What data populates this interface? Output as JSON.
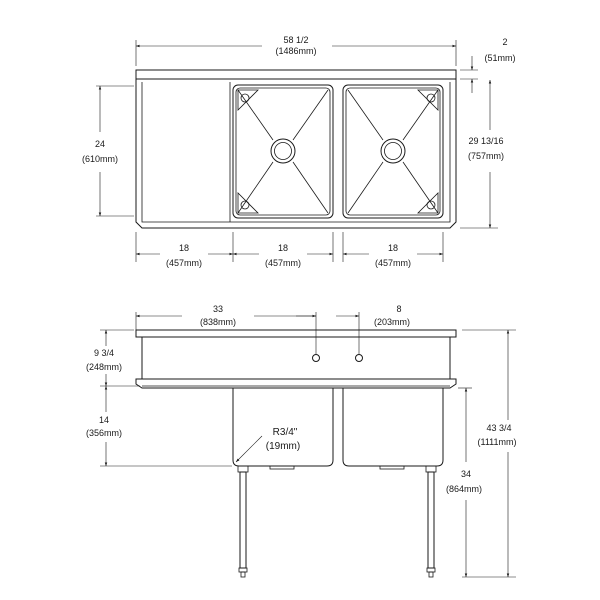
{
  "top_view": {
    "overall_width": "58 1/2",
    "overall_width_mm": "(1486mm)",
    "backsplash": "2",
    "backsplash_mm": "(51mm)",
    "front_to_back": "24",
    "front_to_back_mm": "(610mm)",
    "overall_depth": "29 13/16",
    "overall_depth_mm": "(757mm)",
    "drainboard": "18",
    "drainboard_mm": "(457mm)",
    "bowl_left": "18",
    "bowl_left_mm": "(457mm)",
    "bowl_right": "18",
    "bowl_right_mm": "(457mm)"
  },
  "front_view": {
    "faucet_offset": "33",
    "faucet_offset_mm": "(838mm)",
    "faucet_spacing": "8",
    "faucet_spacing_mm": "(203mm)",
    "backsplash_height": "9 3/4",
    "backsplash_height_mm": "(248mm)",
    "bowl_depth": "14",
    "bowl_depth_mm": "(356mm)",
    "corner_radius": "R3/4\"",
    "corner_radius_mm": "(19mm)",
    "overall_height": "43 3/4",
    "overall_height_mm": "(1111mm)",
    "rim_height": "34",
    "rim_height_mm": "(864mm)"
  }
}
